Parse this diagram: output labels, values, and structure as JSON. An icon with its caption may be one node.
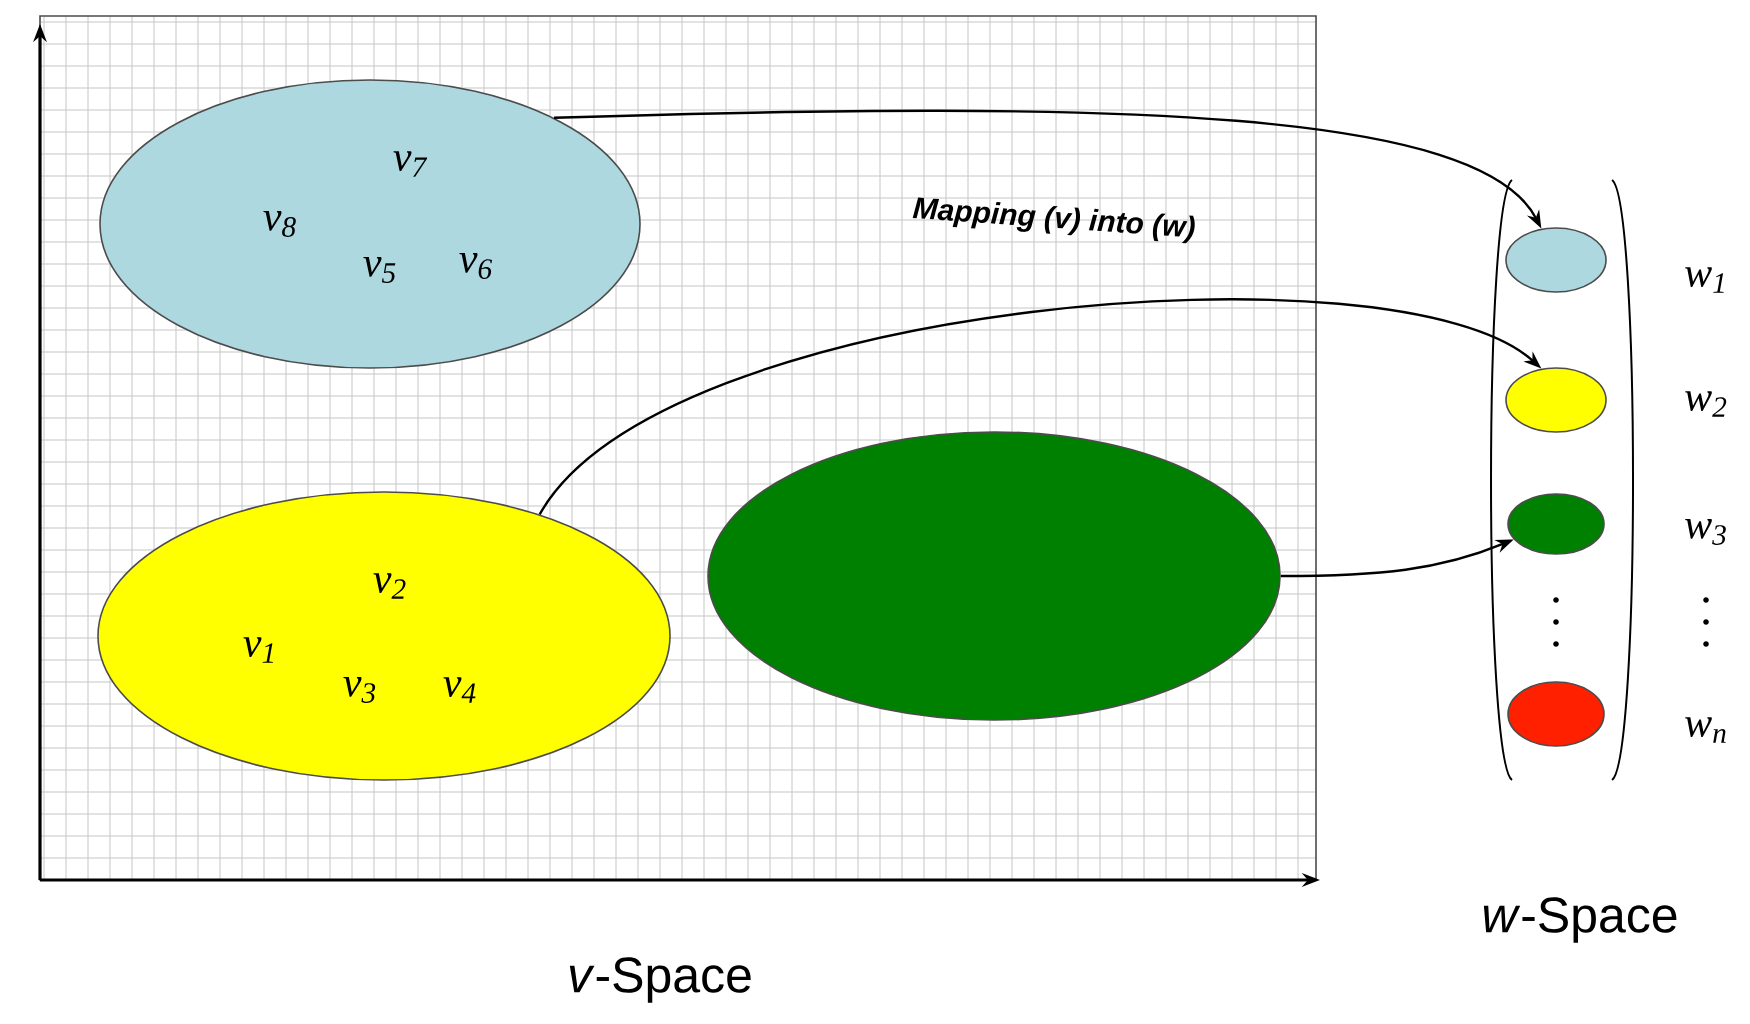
{
  "diagram": {
    "nodes": [
      {
        "text": [
          "v$_{7}$",
          "v$_{8}$",
          "v$_{5}$",
          "v$_{6}$"
        ]
      },
      {
        "text": [
          "v$_{2}$",
          "v$_{1}$",
          "v$_{3}$",
          "v$_{4}$"
        ]
      },
      {
        "text": [],
        "shape": "ellipse"
      },
      {
        "text": [],
        "shape": "ellipse",
        "beside": [
          "w$_{1}$"
        ]
      },
      {
        "text": [],
        "shape": "ellipse",
        "beside": [
          "w$_{2}$"
        ]
      },
      {
        "text": [],
        "shape": "ellipse",
        "beside": [
          "w$_{3}$"
        ]
      },
      {
        "text": [],
        "shape": "ellipse",
        "beside": [
          "w$_{n}$"
        ]
      }
    ],
    "edges": [
      {
        "from": 0,
        "to": 3,
        "arrow": "to"
      },
      {
        "from": 1,
        "to": 4,
        "arrow": "to"
      },
      {
        "from": 2,
        "to": 5,
        "arrow": "to"
      }
    ],
    "labels": [
      "Mapping (v) into (w)",
      "*v*-Space",
      "*w*-Space"
    ]
  }
}
